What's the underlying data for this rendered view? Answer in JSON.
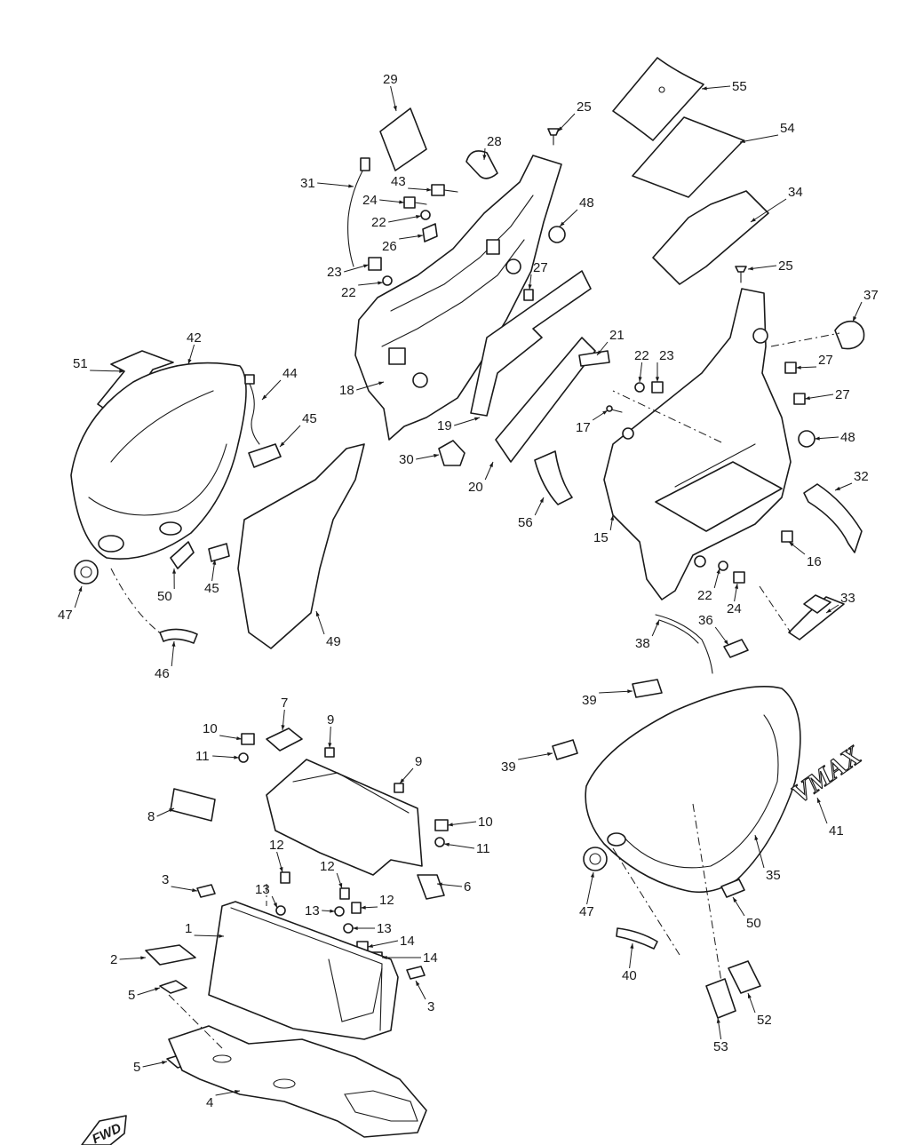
{
  "diagram": {
    "badge_text": "FWD",
    "logo_text": "VMAX",
    "callouts": [
      {
        "id": "c1",
        "label": "1"
      },
      {
        "id": "c2",
        "label": "2"
      },
      {
        "id": "c3a",
        "label": "3"
      },
      {
        "id": "c3b",
        "label": "3"
      },
      {
        "id": "c4",
        "label": "4"
      },
      {
        "id": "c5a",
        "label": "5"
      },
      {
        "id": "c5b",
        "label": "5"
      },
      {
        "id": "c6",
        "label": "6"
      },
      {
        "id": "c7",
        "label": "7"
      },
      {
        "id": "c8",
        "label": "8"
      },
      {
        "id": "c9a",
        "label": "9"
      },
      {
        "id": "c9b",
        "label": "9"
      },
      {
        "id": "c10a",
        "label": "10"
      },
      {
        "id": "c10b",
        "label": "10"
      },
      {
        "id": "c11a",
        "label": "11"
      },
      {
        "id": "c11b",
        "label": "11"
      },
      {
        "id": "c12a",
        "label": "12"
      },
      {
        "id": "c12b",
        "label": "12"
      },
      {
        "id": "c12c",
        "label": "12"
      },
      {
        "id": "c13a",
        "label": "13"
      },
      {
        "id": "c13b",
        "label": "13"
      },
      {
        "id": "c13c",
        "label": "13"
      },
      {
        "id": "c14a",
        "label": "14"
      },
      {
        "id": "c14b",
        "label": "14"
      },
      {
        "id": "c15",
        "label": "15"
      },
      {
        "id": "c16",
        "label": "16"
      },
      {
        "id": "c17",
        "label": "17"
      },
      {
        "id": "c18",
        "label": "18"
      },
      {
        "id": "c19",
        "label": "19"
      },
      {
        "id": "c20",
        "label": "20"
      },
      {
        "id": "c21",
        "label": "21"
      },
      {
        "id": "c22a",
        "label": "22"
      },
      {
        "id": "c22b",
        "label": "22"
      },
      {
        "id": "c22c",
        "label": "22"
      },
      {
        "id": "c22d",
        "label": "22"
      },
      {
        "id": "c23a",
        "label": "23"
      },
      {
        "id": "c23b",
        "label": "23"
      },
      {
        "id": "c24a",
        "label": "24"
      },
      {
        "id": "c24b",
        "label": "24"
      },
      {
        "id": "c25a",
        "label": "25"
      },
      {
        "id": "c25b",
        "label": "25"
      },
      {
        "id": "c26",
        "label": "26"
      },
      {
        "id": "c27a",
        "label": "27"
      },
      {
        "id": "c27b",
        "label": "27"
      },
      {
        "id": "c27c",
        "label": "27"
      },
      {
        "id": "c28",
        "label": "28"
      },
      {
        "id": "c29",
        "label": "29"
      },
      {
        "id": "c30",
        "label": "30"
      },
      {
        "id": "c31",
        "label": "31"
      },
      {
        "id": "c32",
        "label": "32"
      },
      {
        "id": "c33",
        "label": "33"
      },
      {
        "id": "c34",
        "label": "34"
      },
      {
        "id": "c35",
        "label": "35"
      },
      {
        "id": "c36",
        "label": "36"
      },
      {
        "id": "c37",
        "label": "37"
      },
      {
        "id": "c38",
        "label": "38"
      },
      {
        "id": "c39a",
        "label": "39"
      },
      {
        "id": "c39b",
        "label": "39"
      },
      {
        "id": "c40",
        "label": "40"
      },
      {
        "id": "c41",
        "label": "41"
      },
      {
        "id": "c42",
        "label": "42"
      },
      {
        "id": "c43",
        "label": "43"
      },
      {
        "id": "c44",
        "label": "44"
      },
      {
        "id": "c45a",
        "label": "45"
      },
      {
        "id": "c45b",
        "label": "45"
      },
      {
        "id": "c46",
        "label": "46"
      },
      {
        "id": "c47a",
        "label": "47"
      },
      {
        "id": "c47b",
        "label": "47"
      },
      {
        "id": "c48a",
        "label": "48"
      },
      {
        "id": "c48b",
        "label": "48"
      },
      {
        "id": "c49",
        "label": "49"
      },
      {
        "id": "c50a",
        "label": "50"
      },
      {
        "id": "c50b",
        "label": "50"
      },
      {
        "id": "c51",
        "label": "51"
      },
      {
        "id": "c52",
        "label": "52"
      },
      {
        "id": "c53",
        "label": "53"
      },
      {
        "id": "c54",
        "label": "54"
      },
      {
        "id": "c55",
        "label": "55"
      },
      {
        "id": "c56",
        "label": "56"
      }
    ]
  }
}
